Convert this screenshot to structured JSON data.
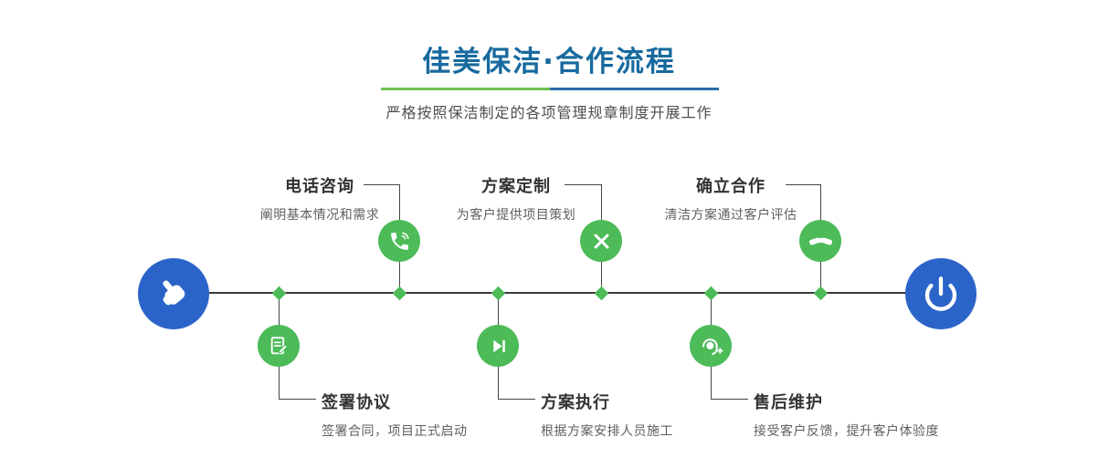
{
  "header": {
    "title": "佳美保洁·合作流程",
    "subtitle": "严格按照保洁制定的各项管理规章制度开展工作"
  },
  "colors": {
    "title_blue": "#176a9e",
    "green": "#4cbb58",
    "node_blue": "#2b64c9",
    "line": "#454545",
    "divider_green": "#6fbf4b",
    "divider_blue": "#2a6fa8"
  },
  "timeline": {
    "start_icon": "pointing-hand-icon",
    "end_icon": "power-icon",
    "steps_top": [
      {
        "title": "电话咨询",
        "desc": "阐明基本情况和需求",
        "icon": "phone-icon"
      },
      {
        "title": "方案定制",
        "desc": "为客户提供项目策划",
        "icon": "design-tools-icon"
      },
      {
        "title": "确立合作",
        "desc": "清洁方案通过客户评估",
        "icon": "handshake-icon"
      }
    ],
    "steps_bottom": [
      {
        "title": "签署协议",
        "desc": "签署合同，项目正式启动",
        "icon": "contract-icon"
      },
      {
        "title": "方案执行",
        "desc": "根据方案安排人员施工",
        "icon": "play-icon"
      },
      {
        "title": "售后维护",
        "desc": "接受客户反馈，提升客户体验度",
        "icon": "customer-service-icon"
      }
    ]
  }
}
